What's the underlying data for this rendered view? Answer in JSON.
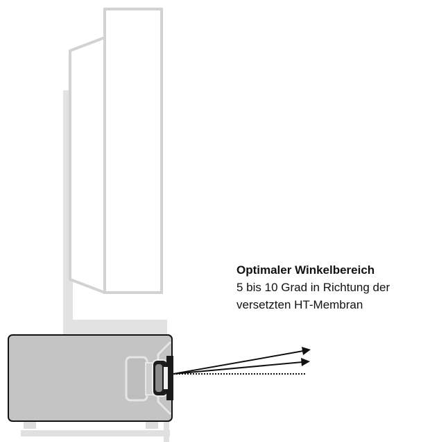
{
  "caption": {
    "title": "Optimaler Winkelbereich",
    "line1": "5 bis 10 Grad in Richtung der",
    "line2": "versetzten HT-Membran"
  },
  "colors": {
    "outline_light": "#cfcfcf",
    "stand": "#dedede",
    "speaker_body": "#c3c3c3",
    "speaker_outline": "#111111",
    "driver_dark": "#1a1a1a",
    "arrow": "#111111"
  },
  "angle_range_deg": [
    5,
    10
  ]
}
